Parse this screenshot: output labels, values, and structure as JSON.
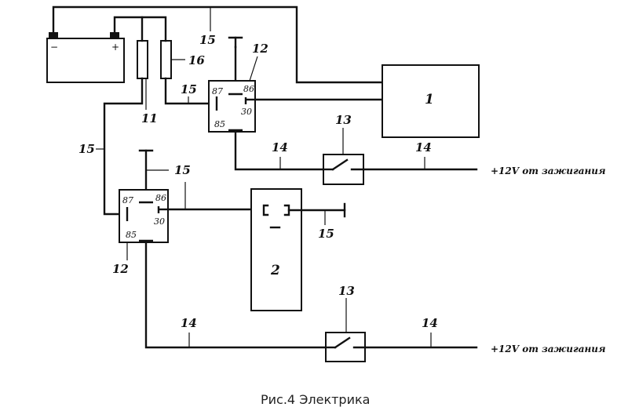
{
  "caption": "Рис.4 Электрика",
  "battery": {
    "minus": "−",
    "plus": "+"
  },
  "labels": {
    "l15_top": "15",
    "l16": "16",
    "l12_top": "12",
    "l15_relay1": "15",
    "l11": "11",
    "l15_left": "15",
    "l14_upper_left": "14",
    "l13_upper": "13",
    "l14_upper_right": "14",
    "l15_relay2": "15",
    "l15_block2": "15",
    "l12_bottom": "12",
    "l13_lower": "13",
    "l14_lower_left": "14",
    "l14_lower_right": "14"
  },
  "blocks": {
    "block1": "1",
    "block2": "2"
  },
  "relay_pins": {
    "p87": "87",
    "p86": "86",
    "p30": "30",
    "p85": "85"
  },
  "ignition": {
    "upper": "+12V от зажигания",
    "lower": "+12V от зажигания"
  }
}
